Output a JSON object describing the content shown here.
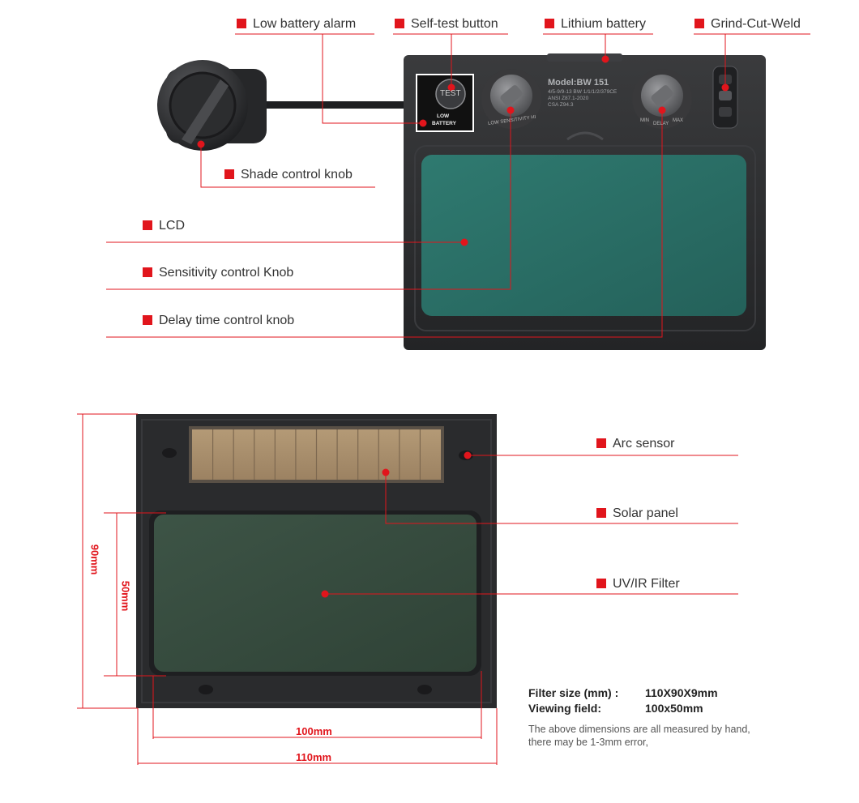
{
  "callouts_top": {
    "low_battery_alarm": "Low battery alarm",
    "self_test_button": "Self-test button",
    "lithium_battery": "Lithium battery",
    "grind_cut_weld": "Grind-Cut-Weld",
    "shade_control_knob": "Shade control knob",
    "lcd": "LCD",
    "sensitivity_control_knob": "Sensitivity control Knob",
    "delay_time_control_knob": "Delay time control knob"
  },
  "device_print": {
    "test_button": "TEST",
    "low_battery": [
      "LOW",
      "BATTERY"
    ],
    "model": "Model:BW 151",
    "spec_lines": [
      "4/5-9/9-13 BW 1/1/1/2/379CE",
      "ANSI Z87.1-2020",
      "CSA Z94.3"
    ],
    "sensitivity_knob": "LOW SENSITIVITY HI",
    "delay_knob": [
      "MIN",
      "DELAY",
      "MAX"
    ]
  },
  "callouts_bottom": {
    "arc_sensor": "Arc sensor",
    "solar_panel": "Solar panel",
    "uv_ir_filter": "UV/IR Filter"
  },
  "dimensions": {
    "height_outer": "90mm",
    "height_view": "50mm",
    "width_view": "100mm",
    "width_outer": "110mm"
  },
  "specs": {
    "filter_size_label": "Filter size (mm) :",
    "filter_size_value": "110X90X9mm",
    "viewing_field_label": "Viewing field:",
    "viewing_field_value": "100x50mm"
  },
  "note": {
    "line1": "The above dimensions are all measured by hand,",
    "line2": "there may be 1-3mm error,"
  },
  "colors": {
    "accent": "#e1151c",
    "device_body": "#2d2e30",
    "lcd_glass": "#2b6e66",
    "filter_glass": "#384c40",
    "solar_panel": "#a98f6c"
  }
}
